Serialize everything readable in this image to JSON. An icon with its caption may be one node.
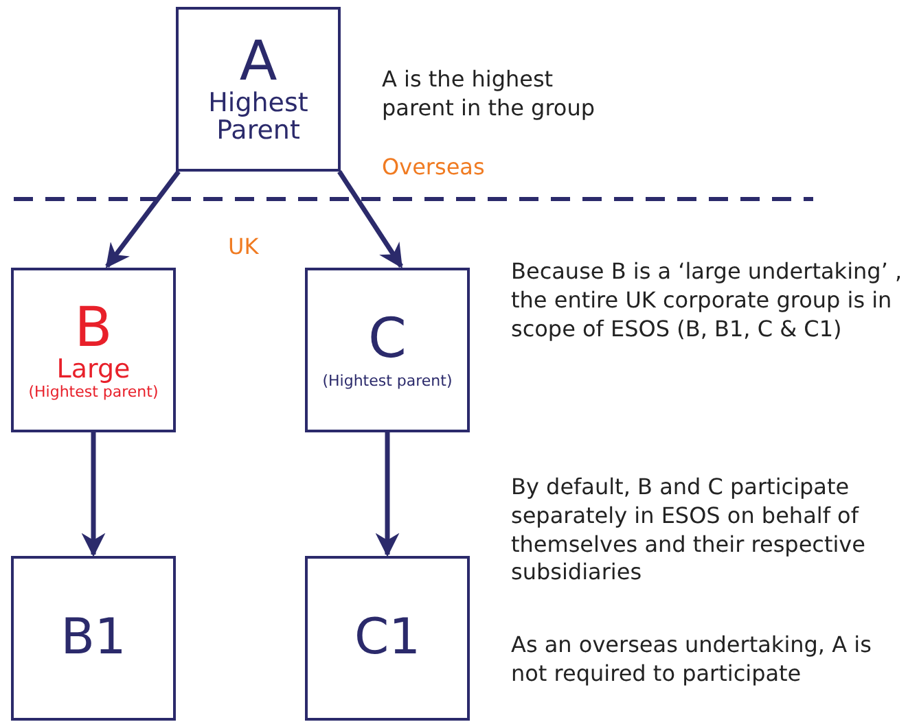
{
  "diagram": {
    "nodes": [
      {
        "text": [
          "A",
          "Highest Parent"
        ]
      },
      {
        "text": [
          "B",
          "Large",
          "(Hightest parent)"
        ]
      },
      {
        "text": [
          "C",
          "(Hightest parent)"
        ]
      },
      {
        "text": [
          "B1"
        ]
      },
      {
        "text": [
          "C1"
        ]
      }
    ],
    "edges": [
      {
        "from": 0,
        "to": 1,
        "arrow": "to"
      },
      {
        "from": 0,
        "to": 2,
        "arrow": "to"
      },
      {
        "from": 1,
        "to": 3,
        "arrow": "to"
      },
      {
        "from": 2,
        "to": 4,
        "arrow": "to"
      }
    ],
    "labels": [
      "A is the highest parent in the group",
      "Overseas",
      "UK",
      "Because B is a ‘large undertaking’ , the entire UK corporate group is in scope of ESOS (B, B1, C & C1)",
      "By default, B and C participate separately in ESOS on behalf of themselves and their respective subsidiaries",
      "As an overseas undertaking, A is not required to participate"
    ]
  }
}
